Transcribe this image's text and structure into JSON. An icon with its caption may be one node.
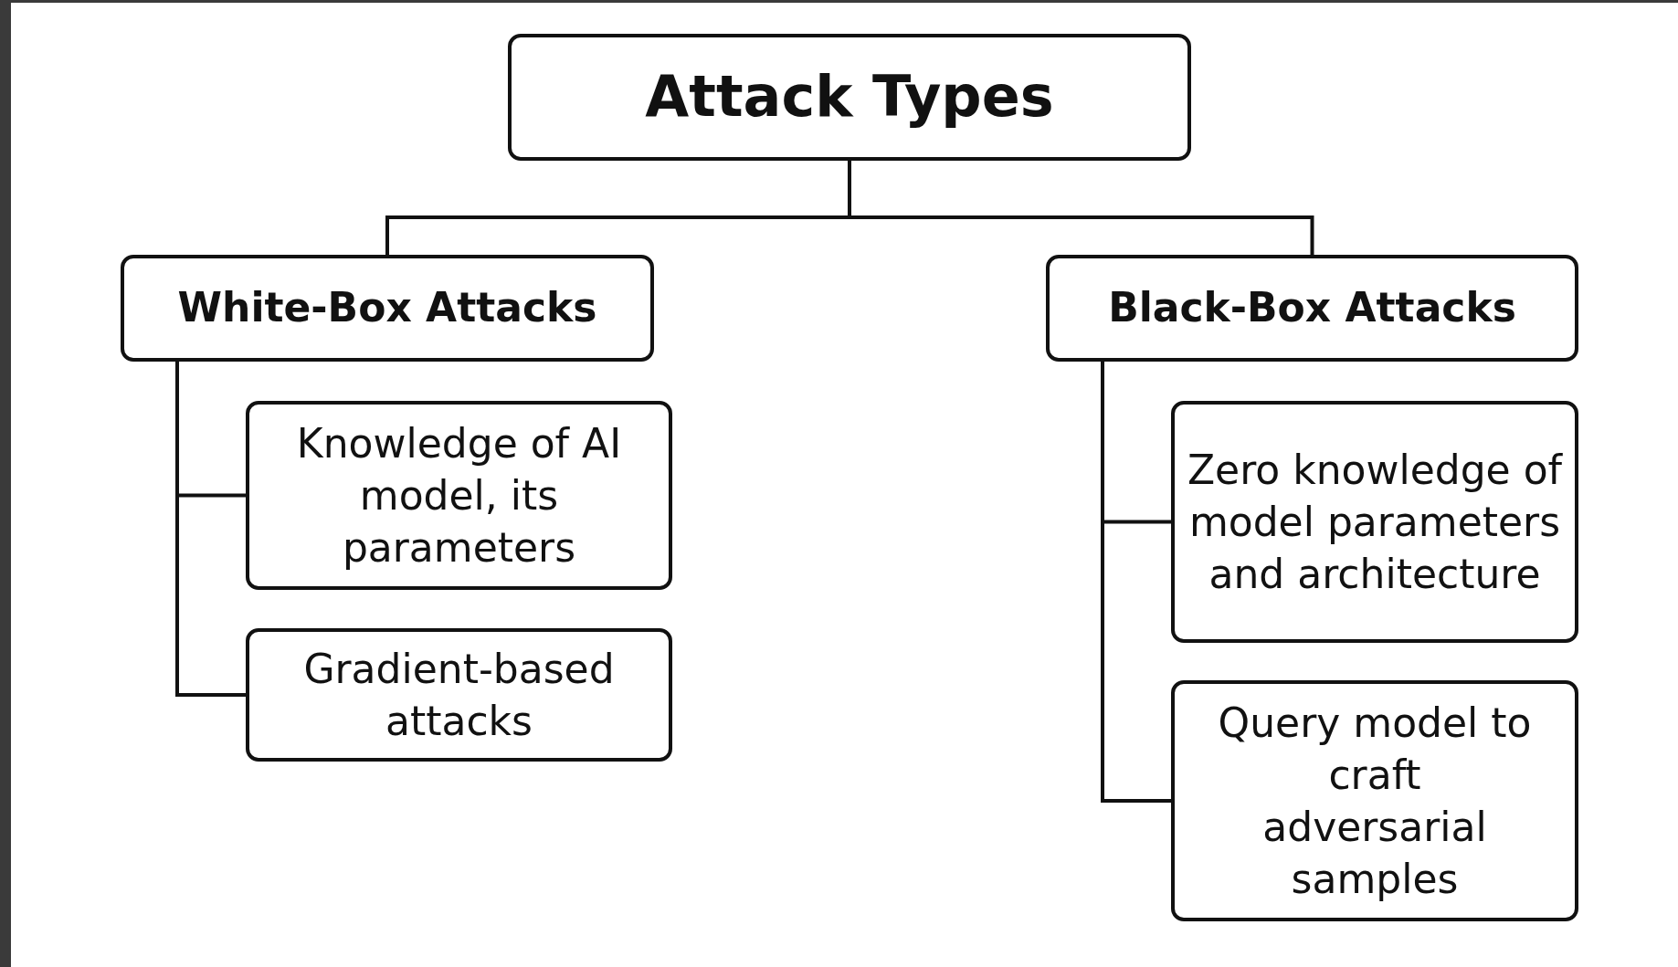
{
  "diagram": {
    "nodes": [
      {
        "text": [
          "Attack Types"
        ]
      },
      {
        "text": [
          "White-Box Attacks"
        ]
      },
      {
        "text": [
          "Black-Box Attacks"
        ]
      },
      {
        "text": [
          "Knowledge of AI model, its parameters"
        ]
      },
      {
        "text": [
          "Gradient-based attacks"
        ]
      },
      {
        "text": [
          "Zero knowledge of model parameters and architecture"
        ]
      },
      {
        "text": [
          "Query model to craft adversarial samples"
        ]
      }
    ],
    "edges": [
      {
        "from": 0,
        "to": 1,
        "arrow": "none"
      },
      {
        "from": 0,
        "to": 2,
        "arrow": "none"
      },
      {
        "from": 1,
        "to": 3,
        "arrow": "none"
      },
      {
        "from": 1,
        "to": 4,
        "arrow": "none"
      },
      {
        "from": 2,
        "to": 5,
        "arrow": "none"
      },
      {
        "from": 2,
        "to": 6,
        "arrow": "none"
      }
    ]
  }
}
